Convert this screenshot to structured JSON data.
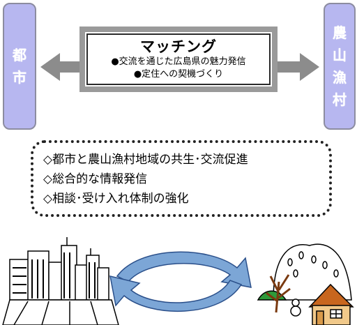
{
  "city_label": [
    "都",
    "市"
  ],
  "rural_label": [
    "農",
    "山",
    "漁",
    "村"
  ],
  "matching": {
    "title": "マッチング",
    "items": [
      "●交流を通じた広島県の魅力発信",
      "●定住への契機づくり"
    ]
  },
  "measures": [
    "◇都市と農山漁村地域の共生･交流促進",
    "◇総合的な情報発信",
    "◇相談･受け入れ体制の強化"
  ],
  "colors": {
    "side_box": "#b7b7f0",
    "arrow": "#8c8c8c",
    "cycle_arrow": "#7ca6d6",
    "house_roof": "#c8661e"
  }
}
